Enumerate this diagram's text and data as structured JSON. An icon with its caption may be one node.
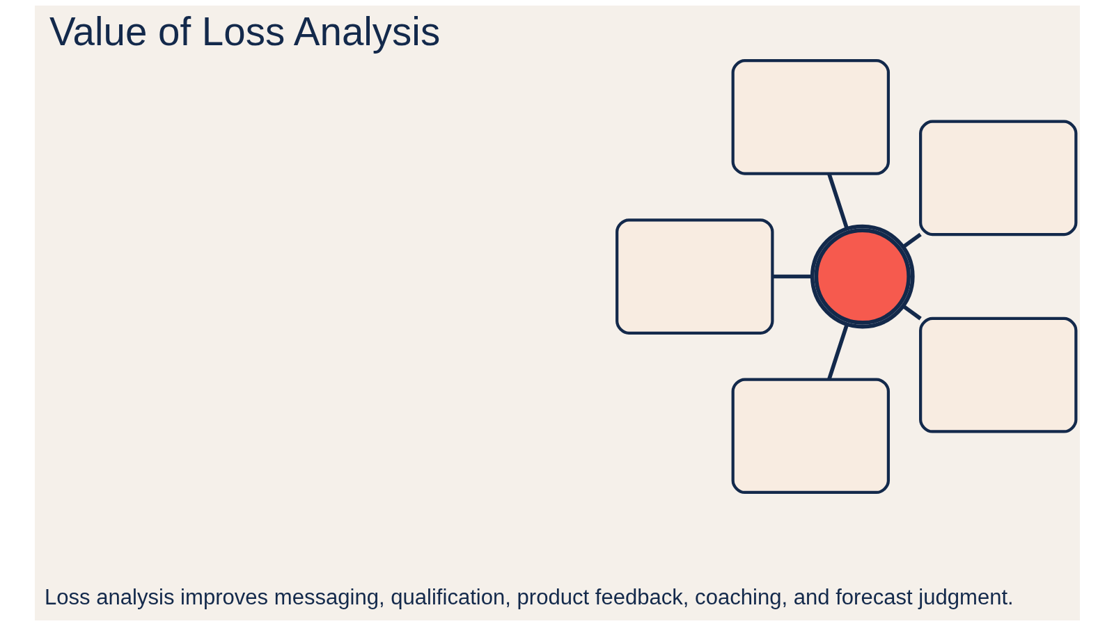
{
  "diagram": {
    "title": "Value of Loss Analysis",
    "nodes": [
      {
        "text": [],
        "shape": "circle"
      },
      {
        "text": [],
        "shape": "box"
      },
      {
        "text": [],
        "shape": "box"
      },
      {
        "text": [],
        "shape": "box"
      },
      {
        "text": [],
        "shape": "box"
      },
      {
        "text": [],
        "shape": "box"
      }
    ],
    "edges": [
      {
        "from": 0,
        "to": 1,
        "arrow": "none"
      },
      {
        "from": 0,
        "to": 2,
        "arrow": "none"
      },
      {
        "from": 0,
        "to": 3,
        "arrow": "none"
      },
      {
        "from": 0,
        "to": 4,
        "arrow": "none"
      },
      {
        "from": 0,
        "to": 5,
        "arrow": "none"
      }
    ],
    "labels": [
      "Loss analysis improves messaging, qualification, product feedback, coaching, and forecast judgment."
    ]
  }
}
